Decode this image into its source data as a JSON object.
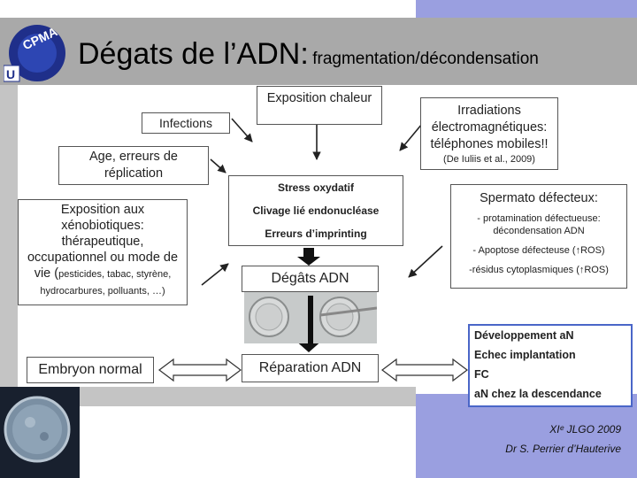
{
  "title": {
    "main": "Dégats de l’ADN:",
    "sub": "fragmentation/décondensation"
  },
  "logo": {
    "text": "CPMA",
    "corner": "U"
  },
  "causes": {
    "infections": "Infections",
    "chaleur": "Exposition chaleur",
    "irradiation": "Irradiations électromagnétiques:",
    "irradiation_phones": "téléphones mobiles!!",
    "irradiation_ref": "(De Iuliis et al., 2009)",
    "age": "Age, erreurs de réplication",
    "xeno": "Exposition aux xénobiotiques: thérapeutique, occupationnel ou mode de vie (",
    "xeno_small": "pesticides, tabac, styrène, hydrocarbures, polluants, …)"
  },
  "mechanisms": {
    "m1": "Stress oxydatif",
    "m2": "Clivage lié endonucléase",
    "m3": "Erreurs d’imprinting"
  },
  "sperm": {
    "title": "Spermato défecteux:",
    "p1": "- protamination défectueuse: décondensation ADN",
    "p2": "- Apoptose défecteuse (↑ROS)",
    "p3": "-résidus cytoplasmiques (↑ROS)"
  },
  "degats": "Dégâts ADN",
  "reparation": "Réparation ADN",
  "embryon": "Embryon normal",
  "outcomes": [
    "Développement aN",
    "Echec implantation",
    "FC",
    "aN chez la descendance"
  ],
  "footer": {
    "line1": "XIᵉ JLGO 2009",
    "line2": "Dr S. Perrier d’Hauterive"
  },
  "colors": {
    "header_bg": "#a7a7a7",
    "accent": "#9a9fe0",
    "outcome_border": "#4a66c8",
    "band": "#bdbdbd"
  }
}
